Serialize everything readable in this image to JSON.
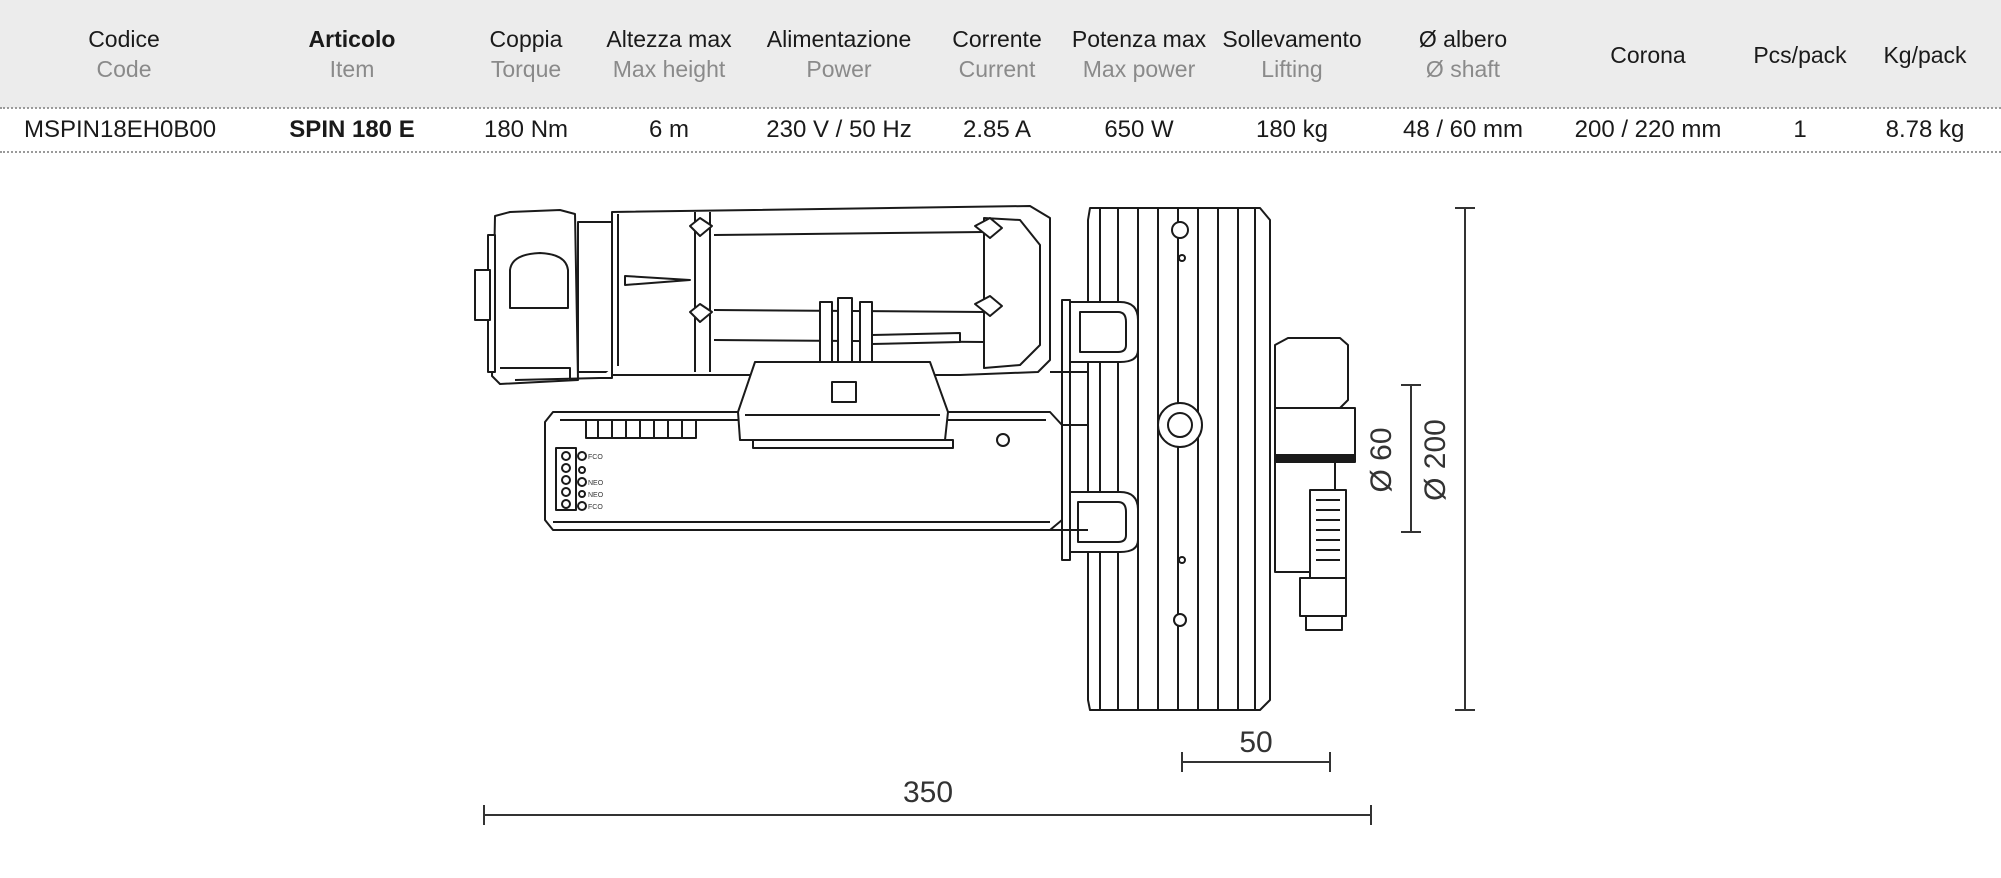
{
  "table": {
    "headers": [
      {
        "it": "Codice",
        "en": "Code"
      },
      {
        "it": "Articolo",
        "en": "Item"
      },
      {
        "it": "Coppia",
        "en": "Torque"
      },
      {
        "it": "Altezza max",
        "en": "Max height"
      },
      {
        "it": "Alimentazione",
        "en": "Power"
      },
      {
        "it": "Corrente",
        "en": "Current"
      },
      {
        "it": "Potenza max",
        "en": "Max power"
      },
      {
        "it": "Sollevamento",
        "en": "Lifting"
      },
      {
        "it": "Ø albero",
        "en": "Ø shaft"
      },
      {
        "it": "Corona",
        "en": ""
      },
      {
        "it": "Pcs/pack",
        "en": ""
      },
      {
        "it": "Kg/pack",
        "en": ""
      }
    ],
    "row": [
      "MSPIN18EH0B00",
      "SPIN 180 E",
      "180 Nm",
      "6 m",
      "230 V / 50 Hz",
      "2.85 A",
      "650 W",
      "180 kg",
      "48 / 60 mm",
      "200 / 220 mm",
      "1",
      "8.78 kg"
    ]
  },
  "drawing": {
    "terminal_labels": [
      "FCO",
      "NEO",
      "NEO",
      "FCO"
    ],
    "dimensions": {
      "overall_length": "350",
      "offset": "50",
      "shaft_diameter": "Ø 60",
      "crown_diameter": "Ø 200"
    }
  },
  "colors": {
    "header_background": "#ececec",
    "line": "#1a1a1a",
    "secondary_text": "#8a8a8a"
  }
}
